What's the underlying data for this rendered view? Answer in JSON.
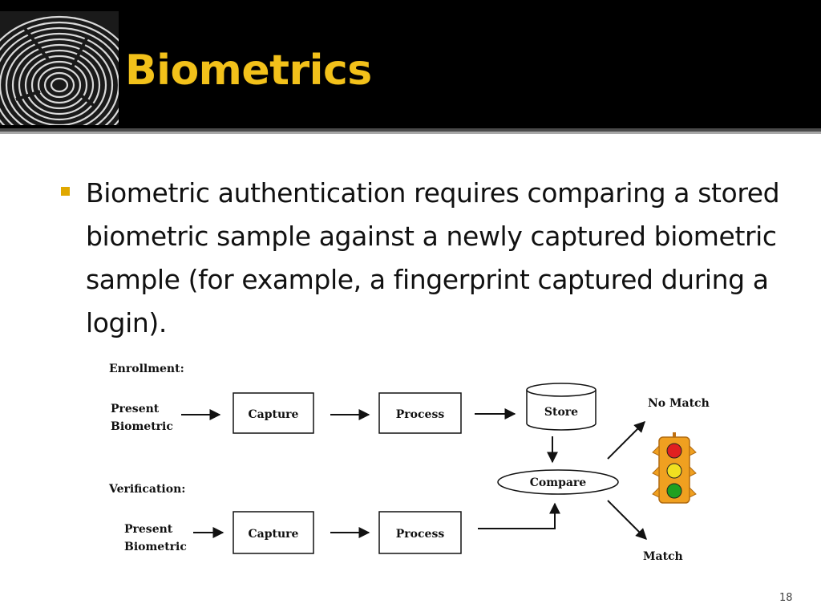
{
  "slide": {
    "title": "Biometrics",
    "bullet": "Biometric authentication requires comparing a stored biometric sample against a newly captured biometric sample (for example, a fingerprint captured during a login).",
    "number": "18"
  },
  "diagram": {
    "enrollment_label": "Enrollment:",
    "verification_label": "Verification:",
    "present_line1": "Present",
    "present_line2": "Biometric",
    "capture": "Capture",
    "process": "Process",
    "store": "Store",
    "compare": "Compare",
    "no_match": "No Match",
    "match": "Match"
  },
  "colors": {
    "title": "#f2c11a",
    "bullet": "#e0a800",
    "header_bg": "#000000",
    "light_housing": "#f0a020",
    "light_red": "#e02020",
    "light_yellow": "#f0e020",
    "light_green": "#20a020"
  },
  "icons": [
    "fingerprint-icon",
    "traffic-light-icon"
  ]
}
